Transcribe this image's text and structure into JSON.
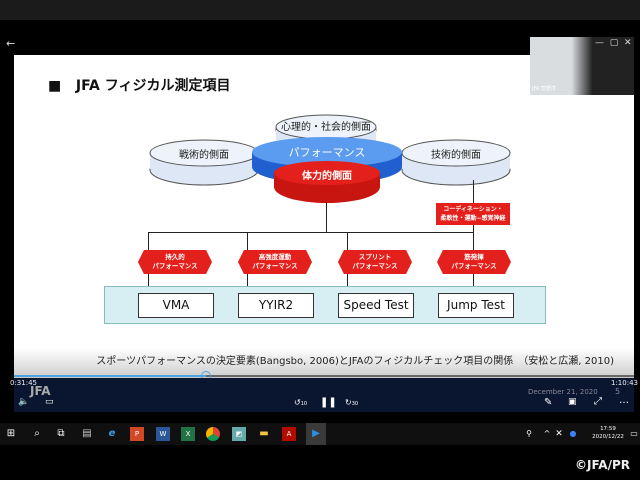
{
  "window": {
    "back_icon": "arrow-left-icon",
    "controls": [
      "minimize-icon",
      "restore-icon",
      "close-icon"
    ]
  },
  "webcam": {
    "name_label": "JFA 菅野淳"
  },
  "slide": {
    "title": "JFA フィジカル測定項目",
    "cylinders": {
      "top": "心理的・社会的側面",
      "left": "戦術的側面",
      "right": "技術的側面",
      "center": "パフォーマンス",
      "core": "体力的側面"
    },
    "coordination": [
      "コーディネーション・",
      "柔軟性・運動−感覚神経"
    ],
    "performances": [
      [
        "持久的",
        "パフォーマンス"
      ],
      [
        "高強度運動",
        "パフォーマンス"
      ],
      [
        "スプリント",
        "パフォーマンス"
      ],
      [
        "筋発揮",
        "パフォーマンス"
      ]
    ],
    "tests": [
      "VMA",
      "YYIR2",
      "Speed Test",
      "Jump Test"
    ],
    "caption": "スポーツパフォーマンスの決定要素(Bangsbo, 2006)とJFAのフィジカルチェック項目の関係　（安松と広瀬, 2010)"
  },
  "player": {
    "elapsed": "0:31:45",
    "remaining": "1:10:43",
    "progress_fraction": 0.31,
    "logo": "JFA",
    "date": "December 21, 2020",
    "page": "5",
    "skip_back": "10",
    "skip_forward": "30"
  },
  "taskbar": {
    "time": "17:59",
    "date": "2020/12/22"
  },
  "watermark": "©JFA/PR"
}
